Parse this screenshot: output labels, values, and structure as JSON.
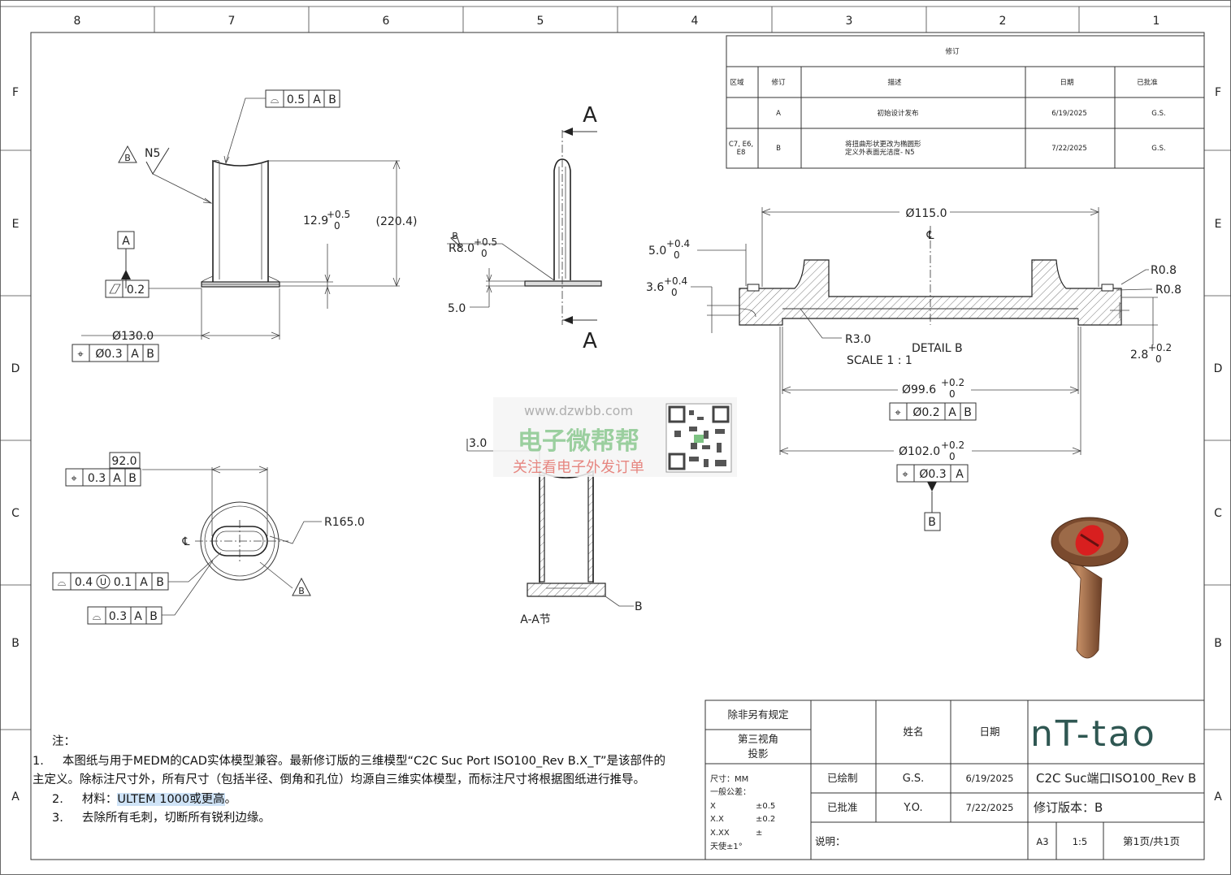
{
  "zones": {
    "columns": [
      "8",
      "7",
      "6",
      "5",
      "4",
      "3",
      "2",
      "1"
    ],
    "rows": [
      "F",
      "E",
      "D",
      "C",
      "B",
      "A"
    ]
  },
  "revision_table": {
    "title": "修订",
    "headers": [
      "区域",
      "修订",
      "描述",
      "日期",
      "已批准"
    ],
    "rows": [
      {
        "zone": "",
        "rev": "A",
        "desc": "初始设计发布",
        "desc2": "",
        "date": "6/19/2025",
        "approved": "G.S."
      },
      {
        "zone": "C7, E6,",
        "zone2": "E8",
        "rev": "B",
        "desc": "将扭曲形状更改为椭圆形",
        "desc2": "定义外表面光洁度- N5",
        "date": "7/22/2025",
        "approved": "G.S."
      }
    ]
  },
  "views": {
    "front": {
      "dims": {
        "height_ref": "(220.4)",
        "flange_h": "12.9",
        "flange_tol_up": "+0.5",
        "flange_tol_lo": "0",
        "diameter": "Ø130.0"
      },
      "fcf_top": {
        "sym": "⌓",
        "val": "0.5",
        "d1": "A",
        "d2": "B"
      },
      "flatness": {
        "sym": "▱",
        "val": "0.2"
      },
      "datum_a": "A",
      "fcf_pos": {
        "sym": "⌖",
        "val": "Ø0.3",
        "d1": "A",
        "d2": "B"
      },
      "finish": {
        "flag": "B",
        "text": "N5"
      }
    },
    "side": {
      "section_label": "A",
      "radius": "R8.0",
      "radius_tol_up": "+0.5",
      "radius_tol_lo": "0",
      "flag": "B",
      "thk": "5.0"
    },
    "detail": {
      "dia": "Ø115.0",
      "d1": "5.0",
      "d1_up": "+0.4",
      "d1_lo": "0",
      "d2": "3.6",
      "d2_up": "+0.4",
      "d2_lo": "0",
      "r1": "R0.8",
      "r2": "R0.8",
      "r3": "R3.0",
      "title": "DETAIL  B",
      "scale": "SCALE 1 : 1",
      "d3": "2.8",
      "d3_up": "+0.2",
      "d3_lo": "0",
      "dia2": "Ø99.6",
      "dia2_up": "+0.2",
      "dia2_lo": "0",
      "fcf1": {
        "sym": "⌖",
        "val": "Ø0.2",
        "d1": "A",
        "d2": "B"
      },
      "dia3": "Ø102.0",
      "dia3_up": "+0.2",
      "dia3_lo": "0",
      "fcf2": {
        "sym": "⌖",
        "val": "Ø0.3",
        "d1": "A"
      },
      "datum_b": "B"
    },
    "top": {
      "basic": "92.0",
      "fcf_pos": {
        "sym": "⌖",
        "val": "0.3",
        "d1": "A",
        "d2": "B"
      },
      "radius": "R165.0",
      "cl": "℄",
      "fcf_prof1": {
        "sym": "⌓",
        "val": "0.4",
        "u": "U",
        "val2": "0.1",
        "d1": "A",
        "d2": "B"
      },
      "fcf_prof2": {
        "sym": "⌓",
        "val": "0.3",
        "d1": "A",
        "d2": "B"
      },
      "flag": "B"
    },
    "section": {
      "thk": "3.0",
      "label": "A-A节",
      "datum": "B"
    }
  },
  "watermark": {
    "url": "www.dzwbb.com",
    "name": "电子微帮帮",
    "slogan": "关注看电子外发订单"
  },
  "notes": {
    "title": "注：",
    "n1_num": "1.",
    "n1a": "本图纸与用于MEDM的CAD实体模型兼容。最新修订版的三维模型“C2C Suc Port ISO100_Rev B.X_T”是该部件的",
    "n1b": "主定义。除标注尺寸外，所有尺寸（包括半径、倒角和孔位）均源自三维实体模型，而标注尺寸将根据图纸进行推导。",
    "n2_num": "2.",
    "n2_label": "材料：",
    "n2_hl": "ULTEM 1000或更高",
    "n2_end": "。",
    "n3_num": "3.",
    "n3": "去除所有毛刺，切断所有锐利边缘。"
  },
  "title_block": {
    "unless": "除非另有规定",
    "projection1": "第三视角",
    "projection2": "投影",
    "units": "尺寸：MM",
    "tol_title": "一般公差：",
    "tol": [
      {
        "k": "X",
        "v": "±0.5"
      },
      {
        "k": "X.X",
        "v": "±0.2"
      },
      {
        "k": "X.XX",
        "v": "±"
      }
    ],
    "angle": "天使±1°",
    "name_hdr": "姓名",
    "date_hdr": "日期",
    "drawn": "已绘制",
    "drawn_by": "G.S.",
    "drawn_date": "6/19/2025",
    "approved": "已批准",
    "approved_by": "Y.O.",
    "approved_date": "7/22/2025",
    "remark": "说明：",
    "logo": "nT-tao",
    "title": "C2C Suc端口ISO100_Rev B",
    "rev": "修订版本：B",
    "size": "A3",
    "scale": "1:5",
    "sheet": "第1页/共1页"
  },
  "colors": {
    "line": "#333333",
    "hatch": "#555555",
    "watermark_green": "#7dc383",
    "watermark_red": "#e0574f",
    "part_brown": "#8a5a3c",
    "part_red": "#d81f1f",
    "highlight": "#cfe3f7"
  }
}
